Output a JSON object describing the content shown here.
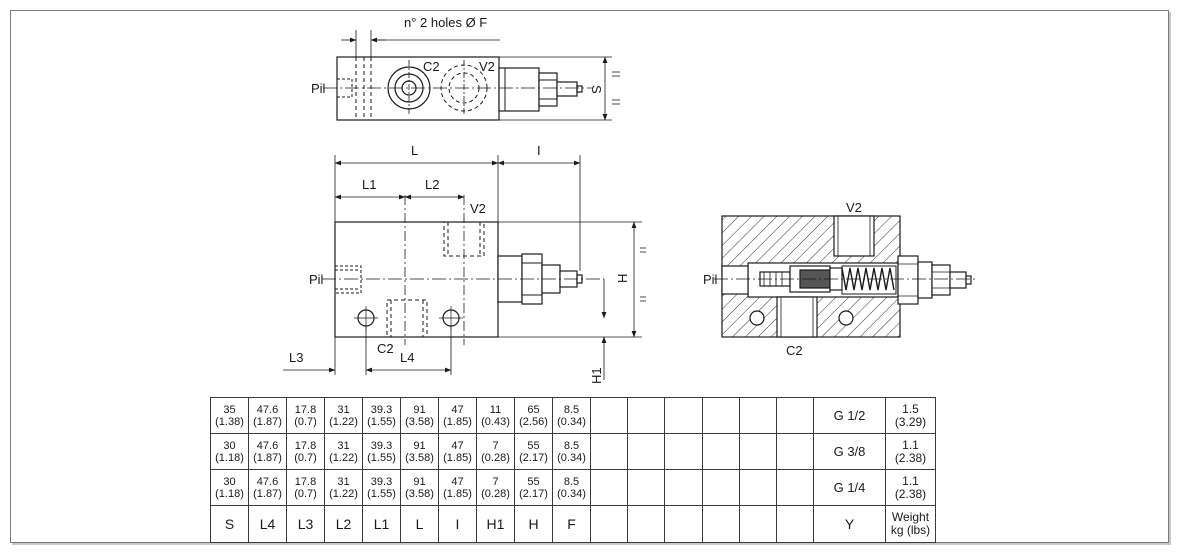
{
  "labels": {
    "holes": "n° 2 holes Ø F",
    "L": "L",
    "l": "I",
    "L1": "L1",
    "L2": "L2",
    "L3": "L3",
    "L4": "L4",
    "H": "H",
    "H1": "H1",
    "S": "S",
    "V2": "V2",
    "C2": "C2",
    "Pil": "Pil"
  },
  "table": {
    "rows": [
      {
        "dims": [
          [
            "35",
            "(1.38)"
          ],
          [
            "47.6",
            "(1.87)"
          ],
          [
            "17.8",
            "(0.7)"
          ],
          [
            "31",
            "(1.22)"
          ],
          [
            "39.3",
            "(1.55)"
          ],
          [
            "91",
            "(3.58)"
          ],
          [
            "47",
            "(1.85)"
          ],
          [
            "11",
            "(0.43)"
          ],
          [
            "65",
            "(2.56)"
          ],
          [
            "8.5",
            "(0.34)"
          ]
        ],
        "port": "G 1/2",
        "weight": [
          "1.5",
          "(3.29)"
        ]
      },
      {
        "dims": [
          [
            "30",
            "(1.18)"
          ],
          [
            "47.6",
            "(1.87)"
          ],
          [
            "17.8",
            "(0.7)"
          ],
          [
            "31",
            "(1.22)"
          ],
          [
            "39.3",
            "(1.55)"
          ],
          [
            "91",
            "(3.58)"
          ],
          [
            "47",
            "(1.85)"
          ],
          [
            "7",
            "(0.28)"
          ],
          [
            "55",
            "(2.17)"
          ],
          [
            "8.5",
            "(0.34)"
          ]
        ],
        "port": "G 3/8",
        "weight": [
          "1.1",
          "(2.38)"
        ]
      },
      {
        "dims": [
          [
            "30",
            "(1.18)"
          ],
          [
            "47.6",
            "(1.87)"
          ],
          [
            "17.8",
            "(0.7)"
          ],
          [
            "31",
            "(1.22)"
          ],
          [
            "39.3",
            "(1.55)"
          ],
          [
            "91",
            "(3.58)"
          ],
          [
            "47",
            "(1.85)"
          ],
          [
            "7",
            "(0.28)"
          ],
          [
            "55",
            "(2.17)"
          ],
          [
            "8.5",
            "(0.34)"
          ]
        ],
        "port": "G 1/4",
        "weight": [
          "1.1",
          "(2.38)"
        ]
      }
    ],
    "header": {
      "dims": [
        "S",
        "L4",
        "L3",
        "L2",
        "L1",
        "L",
        "I",
        "H1",
        "H",
        "F"
      ],
      "port": "Y",
      "weight": [
        "Weight",
        "kg (lbs)"
      ]
    }
  }
}
